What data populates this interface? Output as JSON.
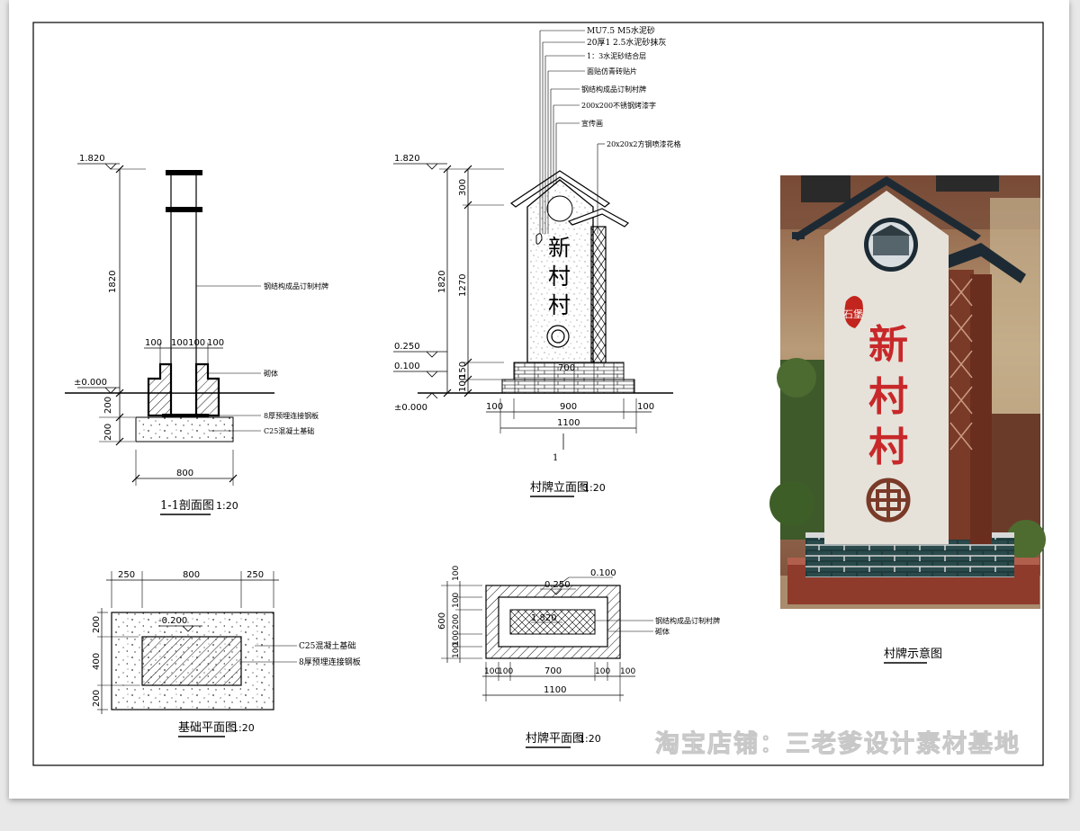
{
  "section": {
    "title": "1-1剖面图",
    "scale": "1:20",
    "elev_top": "1.820",
    "elev_ground": "±0.000",
    "dim_height": "1820",
    "dim_foot": "200",
    "dim_base": "200",
    "dim_top": [
      "100",
      "100100",
      "100"
    ],
    "dim_width": "800",
    "callouts": [
      "钢结构成品订制村牌",
      "砌体",
      "8厚预埋连接钢板",
      "C25混凝土基础"
    ]
  },
  "elevation": {
    "title": "村牌立面图",
    "scale": "1:20",
    "elevations": [
      "1.820",
      "0.250",
      "0.100",
      "±0.000"
    ],
    "dims_vertical_outer": "1820",
    "dims_vertical_inner": [
      "300",
      "1270",
      "150",
      "100"
    ],
    "dims_horizontal": [
      "100",
      "900",
      "100"
    ],
    "dim_total": "1100",
    "dim_mid": "700",
    "section_mark": "1",
    "sign_text": [
      "新",
      "村",
      "村"
    ],
    "callouts": [
      "MU7.5 M5水泥砂",
      "20厚1 2.5水泥砂抹灰",
      "1：3水泥砂结合层",
      "面贴仿青砖贴片",
      "钢结构成品订制村牌",
      "200x200不锈钢烤漆字",
      "宣传画",
      "20x20x2方钢喷漆花格"
    ]
  },
  "foundation": {
    "title": "基础平面图",
    "scale": "1:20",
    "dims_top": [
      "250",
      "800",
      "250"
    ],
    "dims_left": [
      "200",
      "400",
      "200"
    ],
    "elev": "-0.200",
    "callouts": [
      "C25混凝土基础",
      "8厚预埋连接钢板"
    ]
  },
  "plan": {
    "title": "村牌平面图",
    "scale": "1:20",
    "dims_left_outer": "600",
    "dims_left_inner": [
      "100",
      "100",
      "200",
      "100",
      "100"
    ],
    "dims_bottom": [
      "100",
      "100",
      "700",
      "100",
      "100"
    ],
    "dim_total": "1100",
    "elevs": [
      "0.100",
      "0.250",
      "1.820"
    ],
    "callouts": [
      "钢结构成品订制村牌",
      "砌体"
    ]
  },
  "photo": {
    "caption": "村牌示意图",
    "sign_text": [
      "新",
      "村",
      "村"
    ],
    "badge": "石堡"
  },
  "watermark": "淘宝店铺：三老爹设计素材基地"
}
